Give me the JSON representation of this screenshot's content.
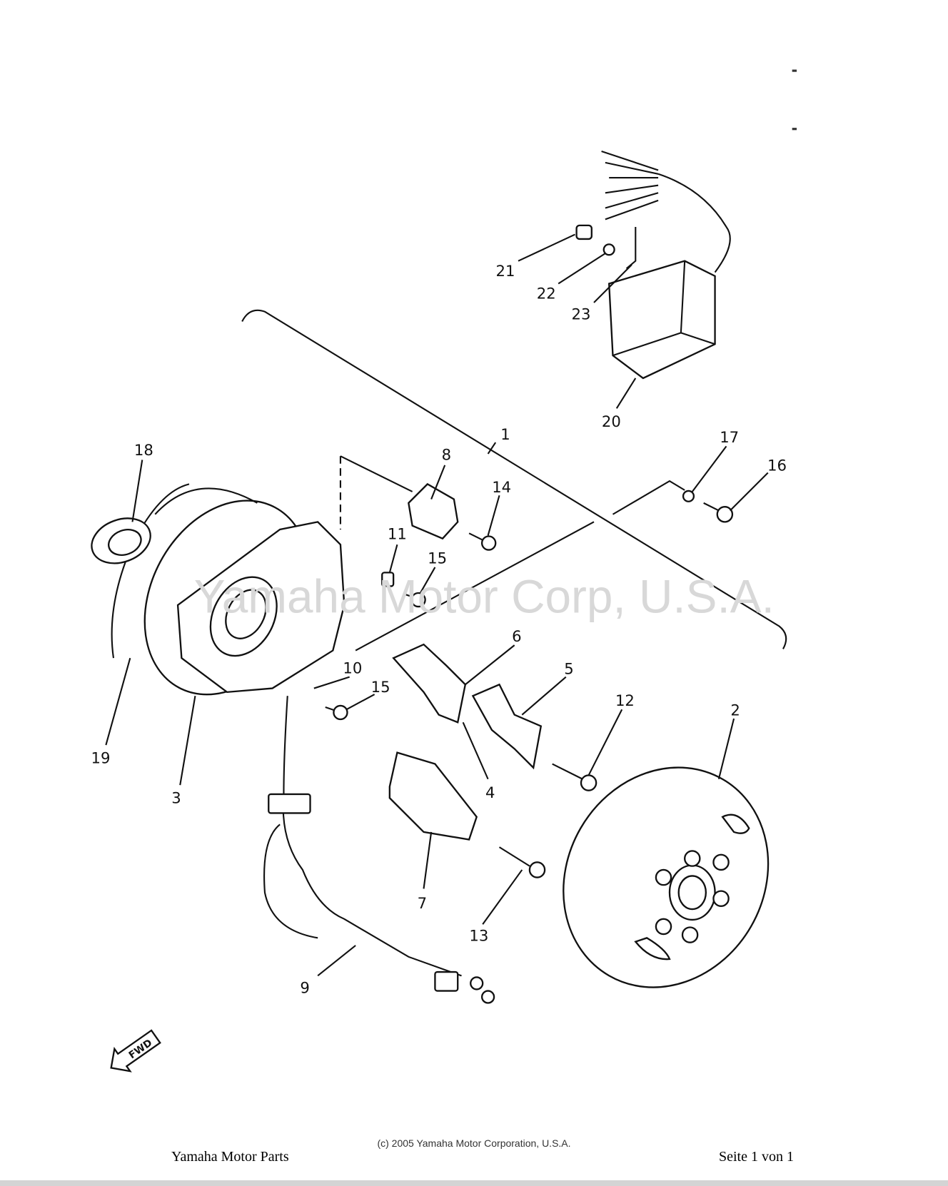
{
  "watermark": "Yamaha Motor Corp, U.S.A.",
  "fwd_label": "FWD",
  "labels": {
    "p1": "1",
    "p2": "2",
    "p3": "3",
    "p4": "4",
    "p5": "5",
    "p6": "6",
    "p7": "7",
    "p8": "8",
    "p9": "9",
    "p10": "10",
    "p11": "11",
    "p12": "12",
    "p13": "13",
    "p14": "14",
    "p15a": "15",
    "p15b": "15",
    "p16": "16",
    "p17": "17",
    "p18": "18",
    "p19": "19",
    "p20": "20",
    "p21": "21",
    "p22": "22",
    "p23": "23"
  },
  "footer": {
    "copyright": "(c) 2005 Yamaha Motor Corporation, U.S.A.",
    "left": "Yamaha Motor Parts",
    "right": "Seite 1 von 1"
  }
}
